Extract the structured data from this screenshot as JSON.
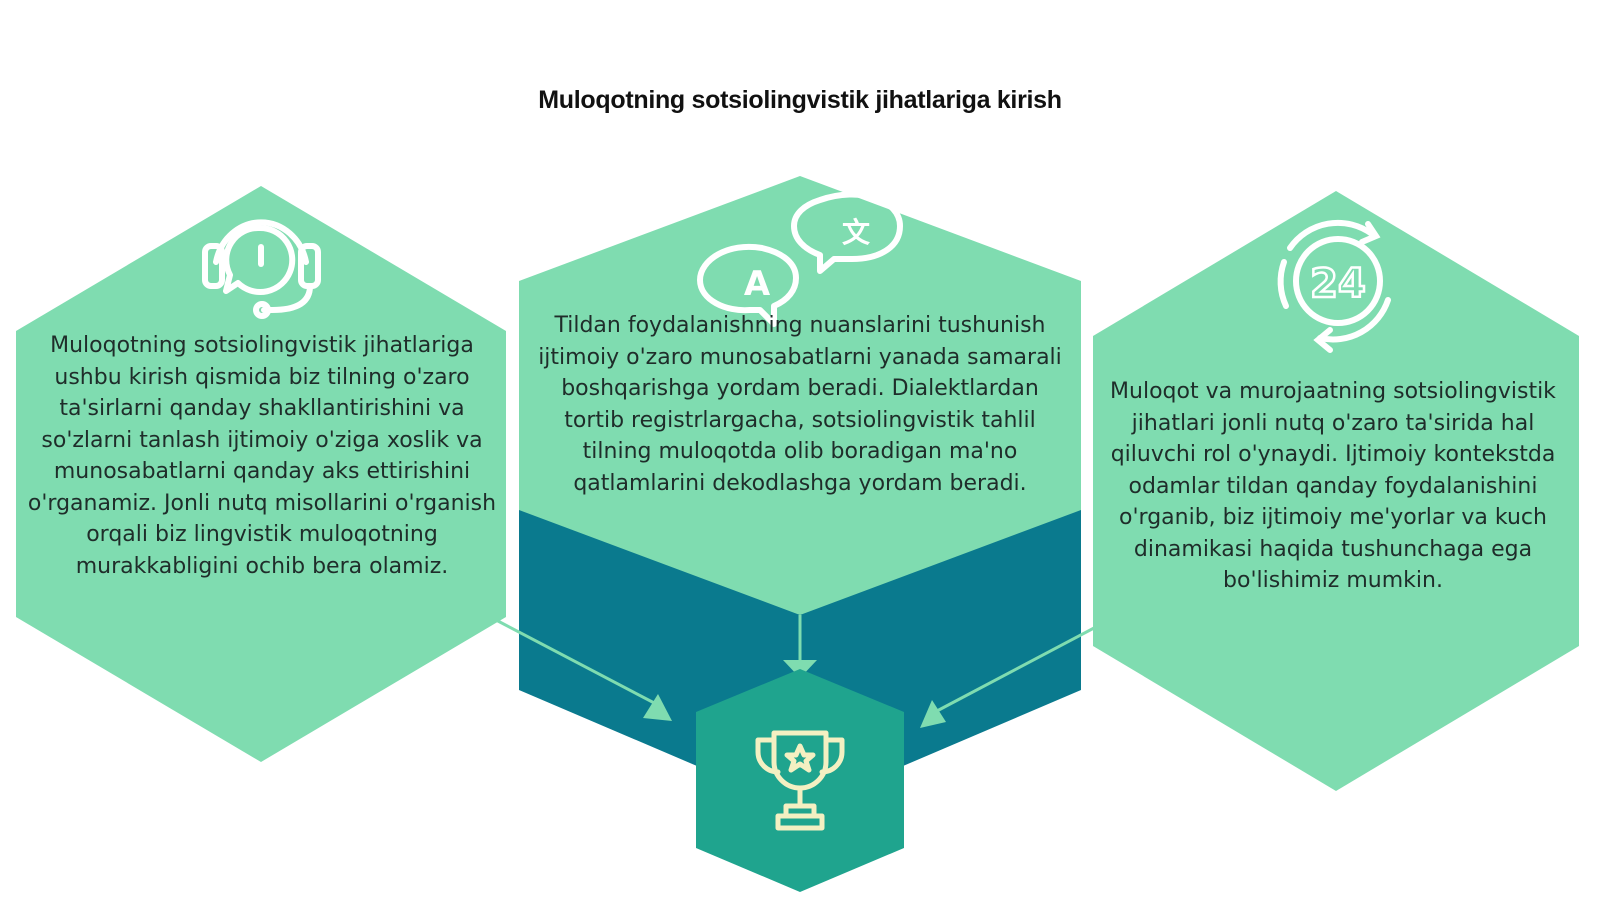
{
  "title": "Muloqotning sotsiolingvistik jihatlariga kirish",
  "colors": {
    "hexagon_fill": "#7fdcb0",
    "dark_band": "#0a7a8e",
    "trophy_hex": "#1fa48e",
    "icon_stroke": "#ffffff",
    "trophy_icon": "#f3f0c2",
    "text": "#1f2d2a"
  },
  "hexagons": [
    {
      "id": "left",
      "icon": "headset-icon",
      "text": "Muloqotning sotsiolingvistik jihatlariga ushbu kirish qismida biz tilning o'zaro ta'sirlarni qanday shakllantirishini va so'zlarni tanlash ijtimoiy o'ziga xoslik va munosabatlarni qanday aks ettirishini o'rganamiz. Jonli nutq misollarini o'rganish orqali biz lingvistik muloqotning murakkabligini ochib bera olamiz."
    },
    {
      "id": "center",
      "icon": "translate-icon",
      "icon_letters": [
        "A",
        "文"
      ],
      "text": "Tildan foydalanishning nuanslarini tushunish ijtimoiy o'zaro munosabatlarni yanada samarali boshqarishga yordam beradi. Dialektlardan tortib registrlargacha, sotsiolingvistik tahlil tilning muloqotda olib boradigan ma'no qatlamlarini dekodlashga yordam beradi."
    },
    {
      "id": "right",
      "icon": "24-hours-icon",
      "icon_label": "24",
      "text": "Muloqot va murojaatning sotsiolingvistik jihatlari jonli nutq o'zaro ta'sirida hal qiluvchi rol o'ynaydi. Ijtimoiy kontekstda odamlar tildan qanday foydalanishini o'rganib, biz ijtimoiy me'yorlar va kuch dinamikasi haqida tushunchaga ega bo'lishimiz mumkin."
    }
  ],
  "goal": {
    "icon": "trophy-icon"
  }
}
